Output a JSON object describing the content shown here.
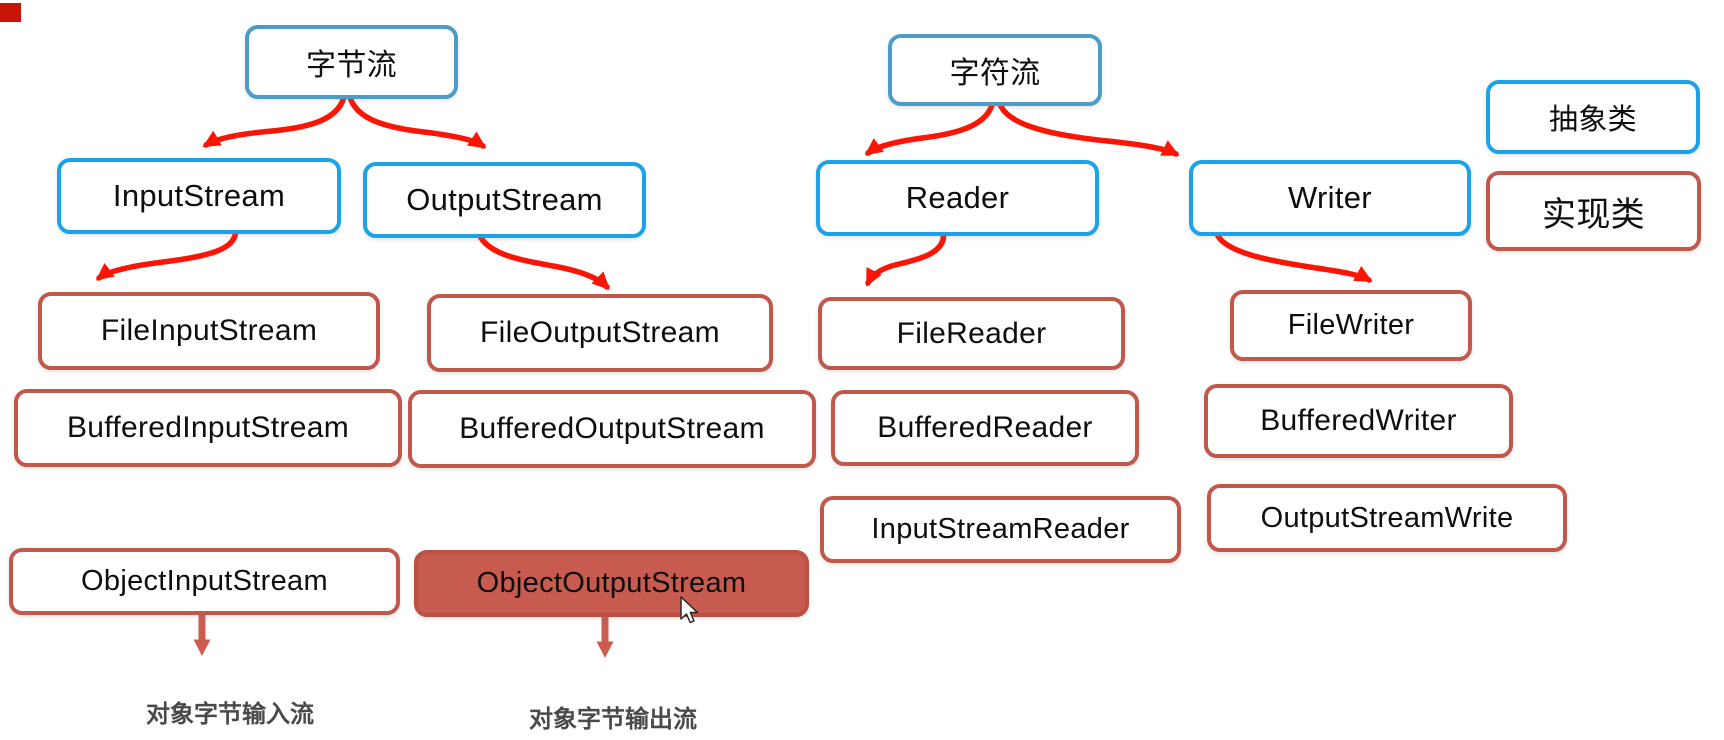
{
  "nodes": {
    "byte_stream_root": "字节流",
    "char_stream_root": "字符流",
    "input_stream": "InputStream",
    "output_stream": "OutputStream",
    "reader": "Reader",
    "writer": "Writer",
    "file_input_stream": "FileInputStream",
    "file_output_stream": "FileOutputStream",
    "file_reader": "FileReader",
    "file_writer": "FileWriter",
    "buffered_input_stream": "BufferedInputStream",
    "buffered_output_stream": "BufferedOutputStream",
    "buffered_reader": "BufferedReader",
    "buffered_writer": "BufferedWriter",
    "input_stream_reader": "InputStreamReader",
    "output_stream_writer": "OutputStreamWrite",
    "object_input_stream": "ObjectInputStream",
    "object_output_stream": "ObjectOutputStream"
  },
  "legend": {
    "abstract_class": "抽象类",
    "implementation_class": "实现类"
  },
  "captions": {
    "object_input": "对象字节输入流",
    "object_output": "对象字节输出流"
  },
  "colors": {
    "abstract_border_bright": "#1ba2e8",
    "abstract_border_muted": "#4d9cc7",
    "implementation_border": "#c0584c",
    "implementation_fill": "#c75b4f",
    "connector_arrow": "#fb1505",
    "down_arrow": "#cd5b50",
    "caption_text": "#4a4a4a",
    "recording_indicator": "#c81405"
  }
}
